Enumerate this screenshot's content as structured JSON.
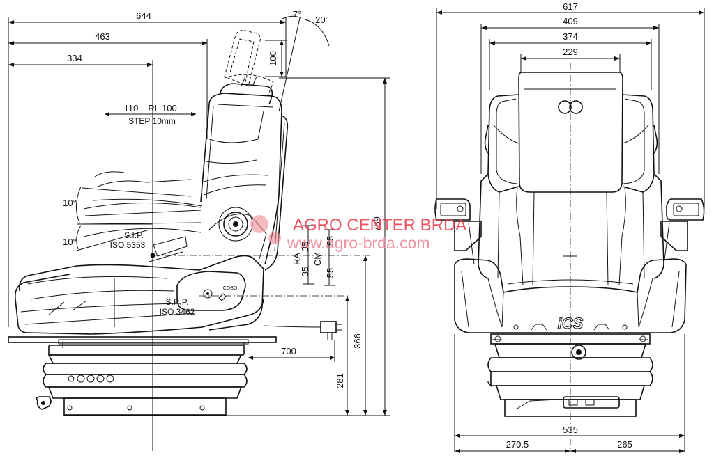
{
  "side_view": {
    "dim_total_length": "644",
    "dim_backrest_depth": "463",
    "dim_sip_depth": "334",
    "dim_fore_aft": "110",
    "dim_rl_label": "RL 100",
    "dim_step": "STEP 10mm",
    "dim_headrest": "100",
    "angle_backrest_fixed": "7°",
    "angle_backrest_tilt": "20°",
    "angle_cushion_up": "10°",
    "angle_cushion_down": "10°",
    "label_sip_line1": "S.I.P.",
    "label_sip_line2": "ISO 5353",
    "label_srp_line1": "S.R.P.",
    "label_srp_line2": "ISO 3462",
    "dim_ra": "RA",
    "dim_ra_35a": "35",
    "dim_ra_35b": "35",
    "dim_cm": "CM",
    "dim_cm_55a": "55",
    "dim_cm_55b": "55",
    "dim_total_height": "789",
    "dim_seat_height": "366",
    "dim_base_height": "281",
    "dim_cable": "700",
    "brand_badge": "COBO"
  },
  "front_view": {
    "dim_total_width": "617",
    "dim_backrest_width": "409",
    "dim_inner_width": "374",
    "dim_center_width": "229",
    "dim_base_width": "535",
    "dim_left_offset": "270.5",
    "dim_right_offset": "265",
    "logo_text": "iCS"
  },
  "watermark": {
    "name": "AGRO CENTER BRDA",
    "url": "www.agro-brda.com",
    "color": "#e8394a"
  }
}
